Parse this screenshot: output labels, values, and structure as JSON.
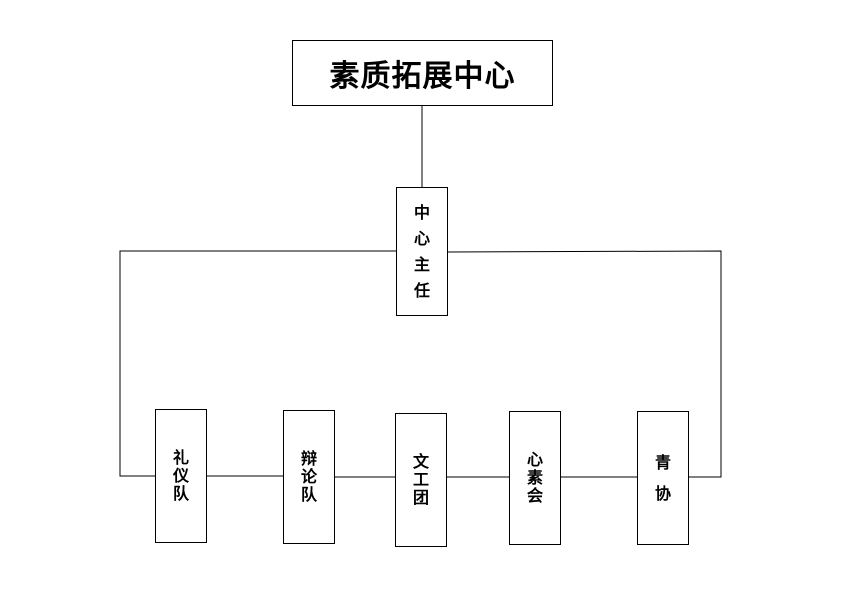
{
  "title": "素质拓展中心",
  "director": [
    "中",
    "心",
    "主",
    "任"
  ],
  "teams": [
    [
      "礼",
      "仪",
      "队"
    ],
    [
      "辩",
      "论",
      "队"
    ],
    [
      "文",
      "工",
      "团"
    ],
    [
      "心",
      "素",
      "会"
    ],
    [
      "青",
      "协"
    ]
  ]
}
